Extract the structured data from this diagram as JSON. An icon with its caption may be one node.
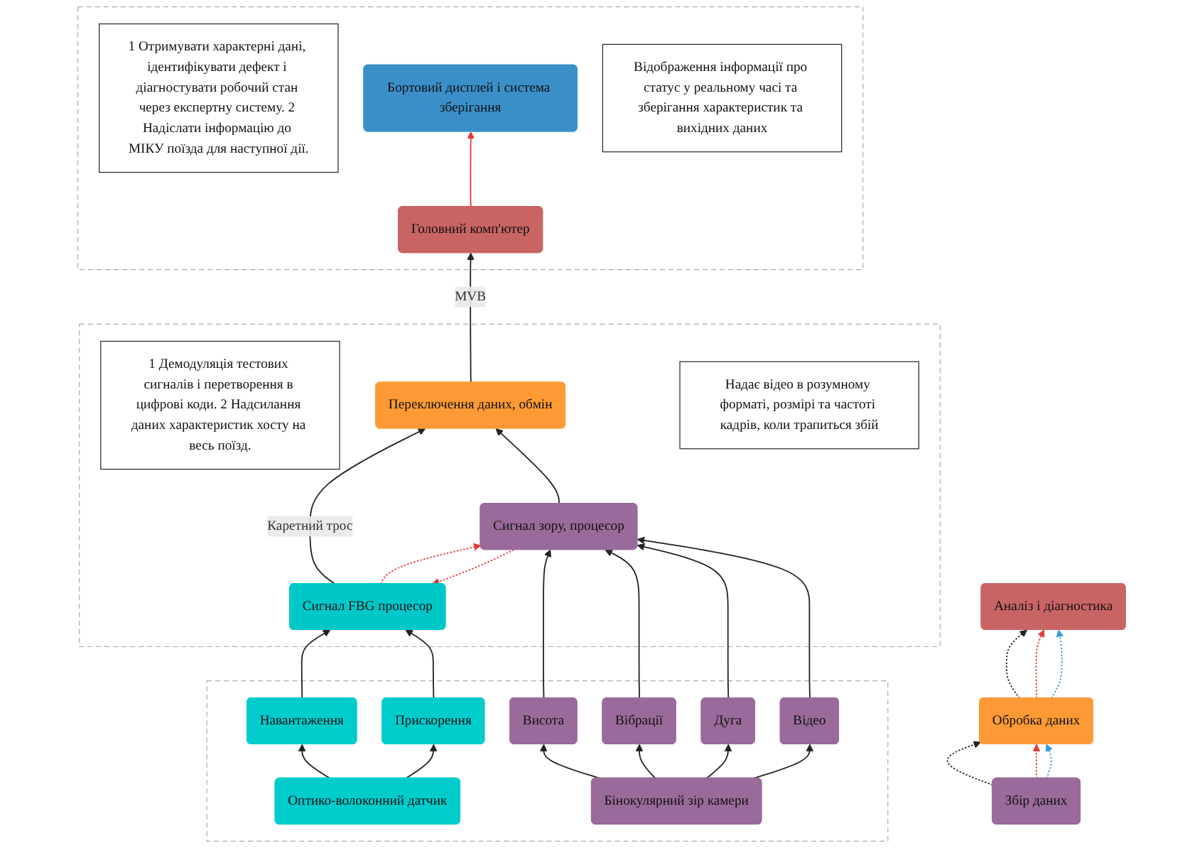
{
  "diagram": {
    "nodes": [
      {
        "text": [
          "Аналіз і діагностика"
        ]
      },
      {
        "text": [
          "Обробка даних"
        ]
      },
      {
        "text": [
          "Збір даних"
        ]
      },
      {
        "text": [],
        "shape": "box"
      },
      {
        "text": [
          "1 Отримувати характерні дані, ідентифікувати дефект і діагностувати робочий стан через експертну систему. 2 Надіслати інформацію до МІКУ поїзда для наступної дії."
        ],
        "in": 3
      },
      {
        "text": [
          "Головний комп'ютер"
        ],
        "in": 3
      },
      {
        "text": [
          "Бортовий дисплей і система зберігання"
        ],
        "in": 3
      },
      {
        "text": [
          "Відображення інформації про статус у реальному часі та зберігання характеристик та вихідних даних"
        ],
        "in": 3
      },
      {
        "text": [],
        "shape": "box"
      },
      {
        "text": [
          "1 Демодуляція тестових сигналів і перетворення в цифрові коди. 2 Надсилання даних характеристик хосту на весь поїзд."
        ],
        "in": 8
      },
      {
        "text": [
          "Переключення даних, обмін"
        ],
        "in": 8
      },
      {
        "text": [
          "Надає відео в розумному форматі, розмірі та частоті кадрів, коли трапиться збій"
        ],
        "in": 8
      },
      {
        "text": [
          "Сигнал FBG процесор"
        ],
        "in": 8
      },
      {
        "text": [
          "Сигнал зору, процесор"
        ],
        "in": 8
      },
      {
        "text": [],
        "shape": "box"
      },
      {
        "text": [
          "Навантаження"
        ],
        "in": 14
      },
      {
        "text": [
          "Прискорення"
        ],
        "in": 14
      },
      {
        "text": [
          "Висота"
        ],
        "in": 14
      },
      {
        "text": [
          "Вібрації"
        ],
        "in": 14
      },
      {
        "text": [
          "Дуга"
        ],
        "in": 14
      },
      {
        "text": [
          "Відео"
        ],
        "in": 14
      },
      {
        "text": [
          "Оптико-волоконний датчик"
        ],
        "in": 14
      },
      {
        "text": [
          "Бінокулярний зір камери"
        ],
        "in": 14
      }
    ],
    "edges": [
      {
        "from": 2,
        "to": 1,
        "arrow": "to",
        "style": "dashed"
      },
      {
        "from": 2,
        "to": 1,
        "arrow": "to",
        "style": "dashed",
        "color": "#e53935"
      },
      {
        "from": 2,
        "to": 1,
        "arrow": "to",
        "style": "dashed",
        "color": "#3a9ad9"
      },
      {
        "from": 1,
        "to": 0,
        "arrow": "to",
        "style": "dashed"
      },
      {
        "from": 1,
        "to": 0,
        "arrow": "to",
        "style": "dashed",
        "color": "#e53935"
      },
      {
        "from": 1,
        "to": 0,
        "arrow": "to",
        "style": "dashed",
        "color": "#3a9ad9"
      },
      {
        "from": 10,
        "to": 5,
        "arrow": "to",
        "label": "MVB"
      },
      {
        "from": 5,
        "to": 6,
        "arrow": "to",
        "color": "#e53935"
      },
      {
        "from": 12,
        "to": 10,
        "arrow": "to",
        "label": "Каретний трос"
      },
      {
        "from": 13,
        "to": 10,
        "arrow": "to"
      },
      {
        "from": 13,
        "to": 12,
        "arrow": "to",
        "style": "dashed",
        "color": "#e53935"
      },
      {
        "from": 12,
        "to": 13,
        "arrow": "to",
        "style": "dashed",
        "color": "#e53935"
      },
      {
        "from": 15,
        "to": 12,
        "arrow": "to"
      },
      {
        "from": 16,
        "to": 12,
        "arrow": "to"
      },
      {
        "from": 17,
        "to": 13,
        "arrow": "to"
      },
      {
        "from": 18,
        "to": 13,
        "arrow": "to"
      },
      {
        "from": 19,
        "to": 13,
        "arrow": "to"
      },
      {
        "from": 20,
        "to": 13,
        "arrow": "to"
      },
      {
        "from": 21,
        "to": 15,
        "arrow": "to"
      },
      {
        "from": 21,
        "to": 16,
        "arrow": "to"
      },
      {
        "from": 22,
        "to": 17,
        "arrow": "to"
      },
      {
        "from": 22,
        "to": 18,
        "arrow": "to"
      },
      {
        "from": 22,
        "to": 19,
        "arrow": "to"
      },
      {
        "from": 22,
        "to": 20,
        "arrow": "to"
      }
    ]
  }
}
